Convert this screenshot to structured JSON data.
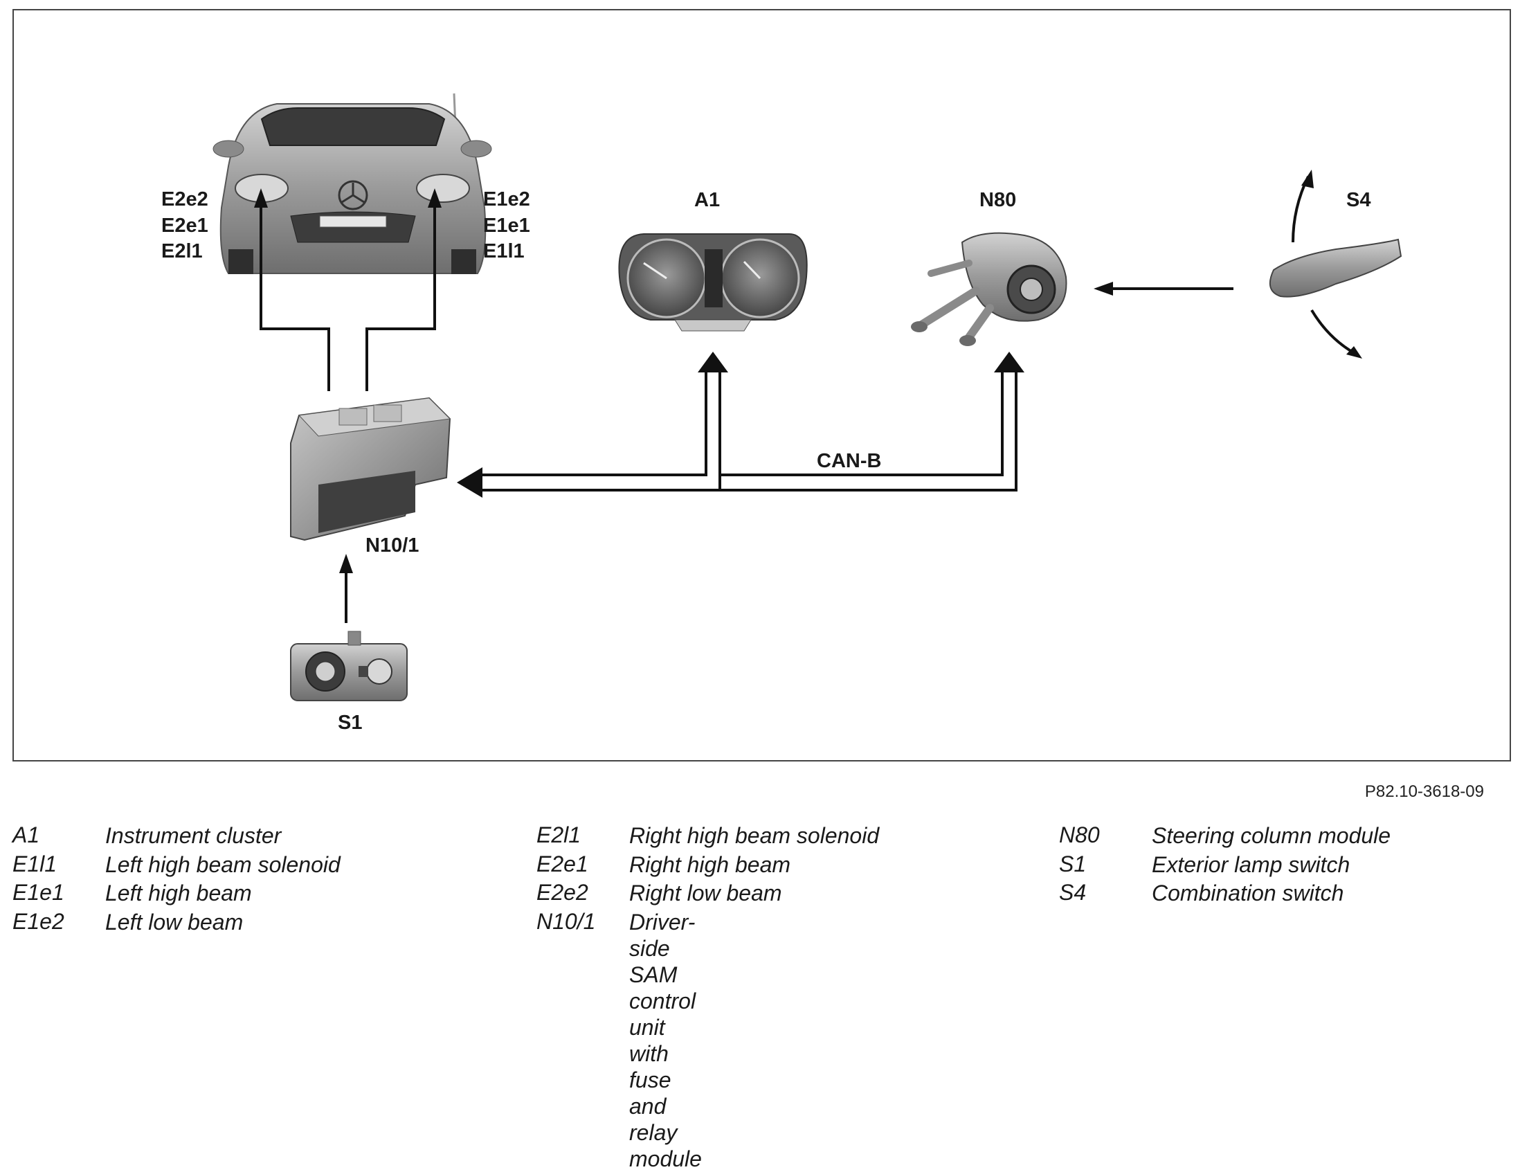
{
  "diagram": {
    "labels": {
      "left_lamps": [
        "E2e2",
        "E2e1",
        "E2l1"
      ],
      "right_lamps": [
        "E1e2",
        "E1e1",
        "E1l1"
      ],
      "a1": "A1",
      "n80": "N80",
      "s4": "S4",
      "n10_1": "N10/1",
      "s1": "S1",
      "can_b": "CAN-B"
    },
    "figure_id": "P82.10-3618-09"
  },
  "legend": {
    "col1": [
      {
        "code": "A1",
        "desc": "Instrument cluster"
      },
      {
        "code": "E1l1",
        "desc": "Left high beam solenoid"
      },
      {
        "code": "E1e1",
        "desc": "Left high beam"
      },
      {
        "code": "E1e2",
        "desc": "Left low beam"
      }
    ],
    "col2": [
      {
        "code": "E2l1",
        "desc": "Right high beam solenoid"
      },
      {
        "code": "E2e1",
        "desc": "Right high beam"
      },
      {
        "code": "E2e2",
        "desc": "Right low beam"
      },
      {
        "code": "N10/1",
        "desc": "Driver-side SAM control unit with\nfuse and relay module"
      }
    ],
    "col3": [
      {
        "code": "N80",
        "desc": "Steering column module"
      },
      {
        "code": "S1",
        "desc": "Exterior lamp switch"
      },
      {
        "code": "S4",
        "desc": "Combination switch"
      }
    ]
  },
  "colors": {
    "frame": "#444444",
    "line": "#111111",
    "component_fill": "#a8a8a8",
    "component_dark": "#5a5a5a"
  }
}
